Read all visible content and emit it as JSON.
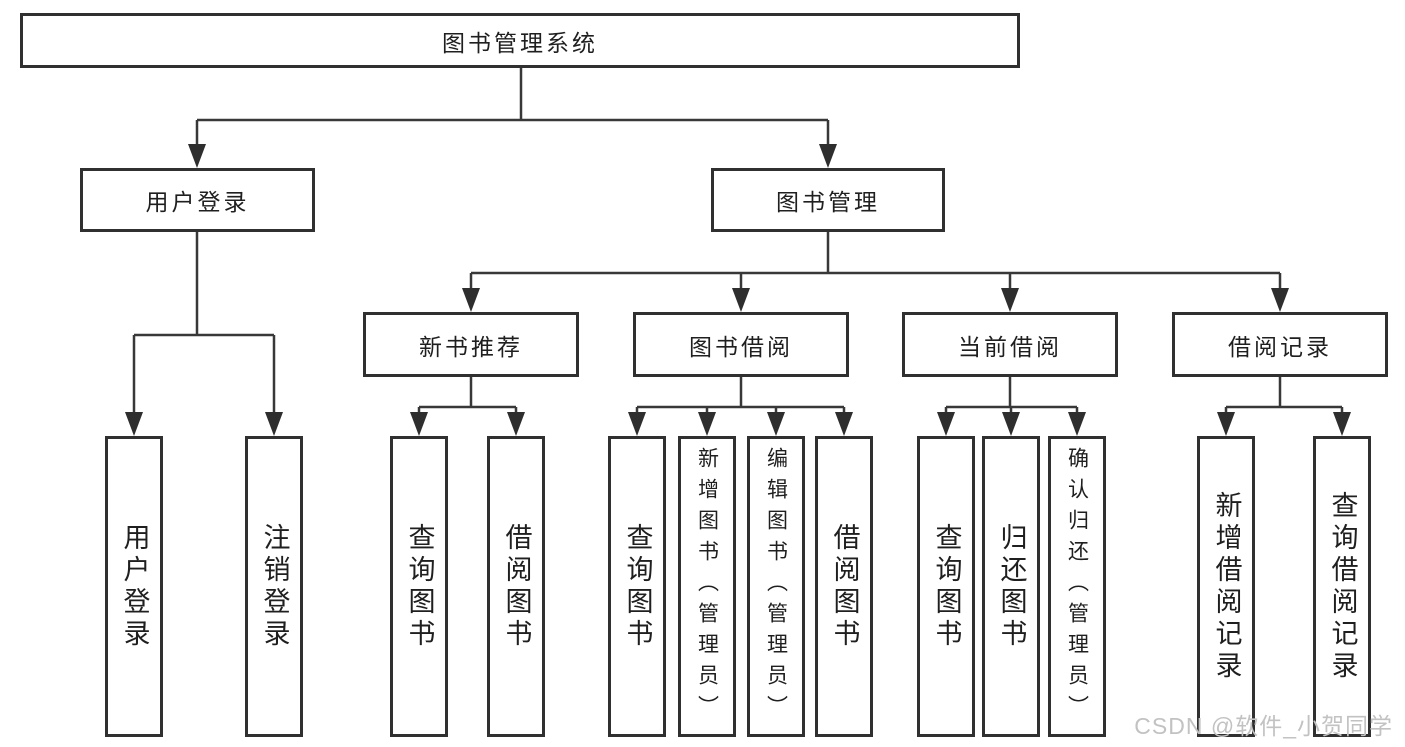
{
  "colors": {
    "line": "#383838",
    "arrow_fill": "#2e2e2e",
    "box_border": "#303030",
    "text": "#1f1f1f",
    "watermark_text": "#c2c2c2",
    "background": "#ffffff"
  },
  "diagram": {
    "type": "hierarchy-tree",
    "root_label": "图书管理系统",
    "level2": [
      {
        "label": "用户登录"
      },
      {
        "label": "图书管理"
      }
    ],
    "level3": [
      {
        "parent": "图书管理",
        "label": "新书推荐"
      },
      {
        "parent": "图书管理",
        "label": "图书借阅"
      },
      {
        "parent": "图书管理",
        "label": "当前借阅"
      },
      {
        "parent": "图书管理",
        "label": "借阅记录"
      }
    ],
    "leaves": [
      {
        "parent": "用户登录",
        "label": "用户登录"
      },
      {
        "parent": "用户登录",
        "label": "注销登录"
      },
      {
        "parent": "新书推荐",
        "label": "查询图书"
      },
      {
        "parent": "新书推荐",
        "label": "借阅图书"
      },
      {
        "parent": "图书借阅",
        "label": "查询图书"
      },
      {
        "parent": "图书借阅",
        "label": "新增图书（管理员）"
      },
      {
        "parent": "图书借阅",
        "label": "编辑图书（管理员）"
      },
      {
        "parent": "图书借阅",
        "label": "借阅图书"
      },
      {
        "parent": "当前借阅",
        "label": "查询图书"
      },
      {
        "parent": "当前借阅",
        "label": "归还图书"
      },
      {
        "parent": "当前借阅",
        "label": "确认归还（管理员）"
      },
      {
        "parent": "借阅记录",
        "label": "新增借阅记录"
      },
      {
        "parent": "借阅记录",
        "label": "查询借阅记录"
      }
    ]
  },
  "watermark": {
    "text": "CSDN @软件_小贺同学"
  }
}
